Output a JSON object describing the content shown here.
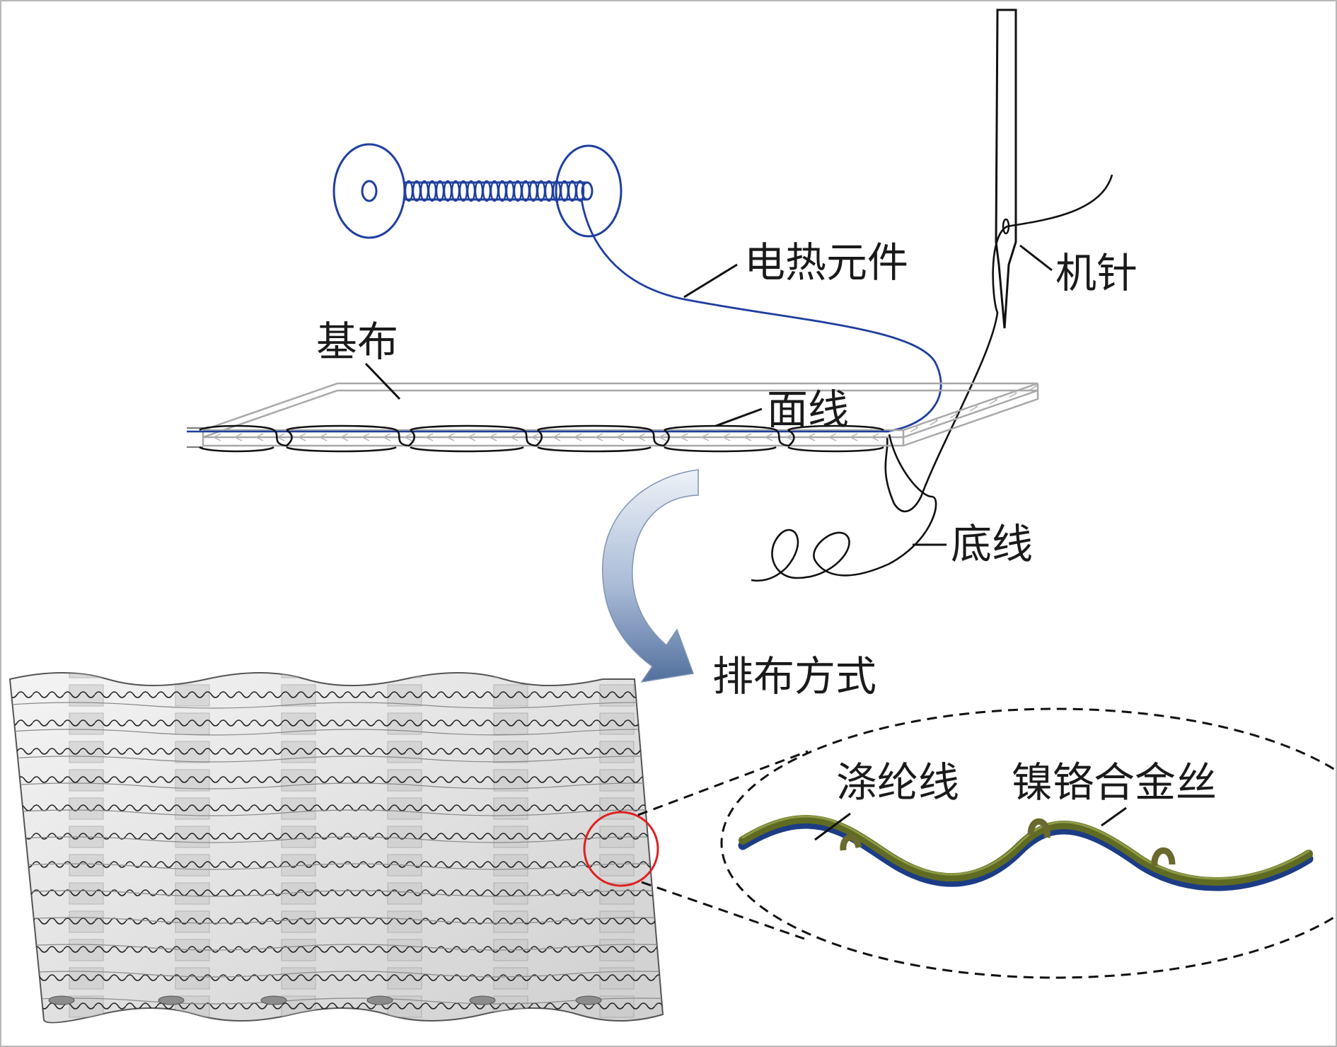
{
  "labels": {
    "heating_element": "电热元件",
    "needle": "机针",
    "base_fabric": "基布",
    "upper_thread": "面线",
    "lower_thread": "底线",
    "layout_pattern": "排布方式",
    "polyester_thread": "涤纶线",
    "nichrome_wire": "镍铬合金丝"
  },
  "colors": {
    "heating_wire": "#1f3f9e",
    "thread": "#111111",
    "fabric": "#a8a8a8",
    "fabric_fill": "#d9d9d9",
    "arrow_top": "#eef2f8",
    "arrow_bottom": "#5b79a6",
    "highlight_circle": "#e02020",
    "polyester": "#5f6b23",
    "nichrome": "#1c3c86",
    "callout": "#111111"
  },
  "icons": {
    "spool": "bobbin-spool-icon",
    "needle": "sewing-needle-icon",
    "arrow": "curved-arrow-icon"
  }
}
